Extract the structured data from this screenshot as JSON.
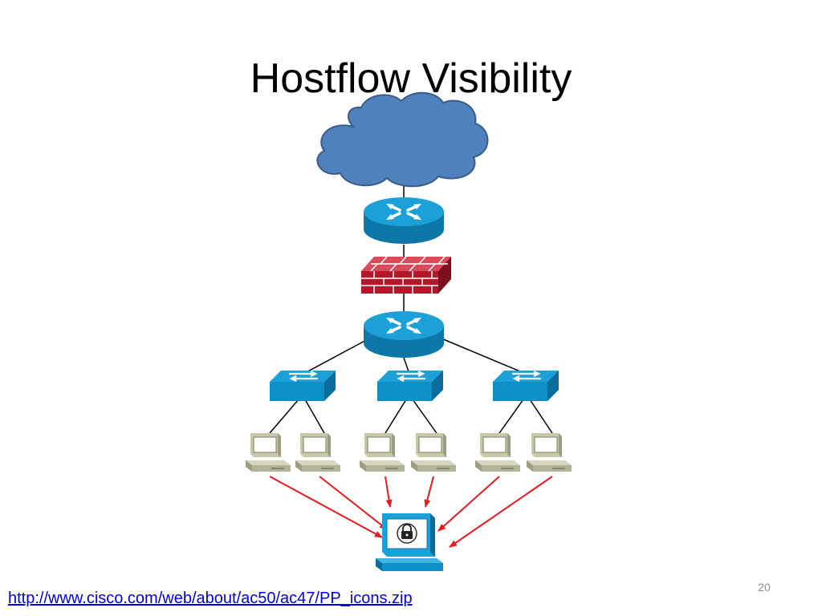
{
  "slide": {
    "title": "Hostflow Visibility",
    "slide_number": "20",
    "source_link": "http://www.cisco.com/web/about/ac50/ac47/PP_icons.zip"
  },
  "diagram": {
    "nodes": [
      {
        "id": "cloud",
        "kind": "internet-cloud"
      },
      {
        "id": "router-edge",
        "kind": "router"
      },
      {
        "id": "firewall",
        "kind": "firewall"
      },
      {
        "id": "router-core",
        "kind": "router"
      },
      {
        "id": "switch-1",
        "kind": "switch"
      },
      {
        "id": "switch-2",
        "kind": "switch"
      },
      {
        "id": "switch-3",
        "kind": "switch"
      },
      {
        "id": "host-1",
        "kind": "workstation"
      },
      {
        "id": "host-2",
        "kind": "workstation"
      },
      {
        "id": "host-3",
        "kind": "workstation"
      },
      {
        "id": "host-4",
        "kind": "workstation"
      },
      {
        "id": "host-5",
        "kind": "workstation"
      },
      {
        "id": "host-6",
        "kind": "workstation"
      },
      {
        "id": "monitor",
        "kind": "secure-monitoring-workstation"
      }
    ],
    "links": [
      {
        "from": "cloud",
        "to": "router-edge",
        "style": "solid"
      },
      {
        "from": "router-edge",
        "to": "firewall",
        "style": "solid"
      },
      {
        "from": "firewall",
        "to": "router-core",
        "style": "solid"
      },
      {
        "from": "router-core",
        "to": "switch-1",
        "style": "solid"
      },
      {
        "from": "router-core",
        "to": "switch-2",
        "style": "solid"
      },
      {
        "from": "router-core",
        "to": "switch-3",
        "style": "solid"
      },
      {
        "from": "switch-1",
        "to": "host-1",
        "style": "solid"
      },
      {
        "from": "switch-1",
        "to": "host-2",
        "style": "solid"
      },
      {
        "from": "switch-2",
        "to": "host-3",
        "style": "solid"
      },
      {
        "from": "switch-2",
        "to": "host-4",
        "style": "solid"
      },
      {
        "from": "switch-3",
        "to": "host-5",
        "style": "solid"
      },
      {
        "from": "switch-3",
        "to": "host-6",
        "style": "solid"
      }
    ],
    "flows": [
      {
        "from": "host-1",
        "to": "monitor"
      },
      {
        "from": "host-2",
        "to": "monitor"
      },
      {
        "from": "host-3",
        "to": "monitor"
      },
      {
        "from": "host-4",
        "to": "monitor"
      },
      {
        "from": "host-5",
        "to": "monitor"
      },
      {
        "from": "host-6",
        "to": "monitor"
      }
    ],
    "colors": {
      "cloud": "#4f81bd",
      "device_blue": "#1ba1d8",
      "device_blue_dark": "#0d77a8",
      "firewall_red": "#b3182a",
      "workstation_tan": "#c8c8a8",
      "flow_arrow": "#e8191f",
      "link": "#000000"
    }
  }
}
